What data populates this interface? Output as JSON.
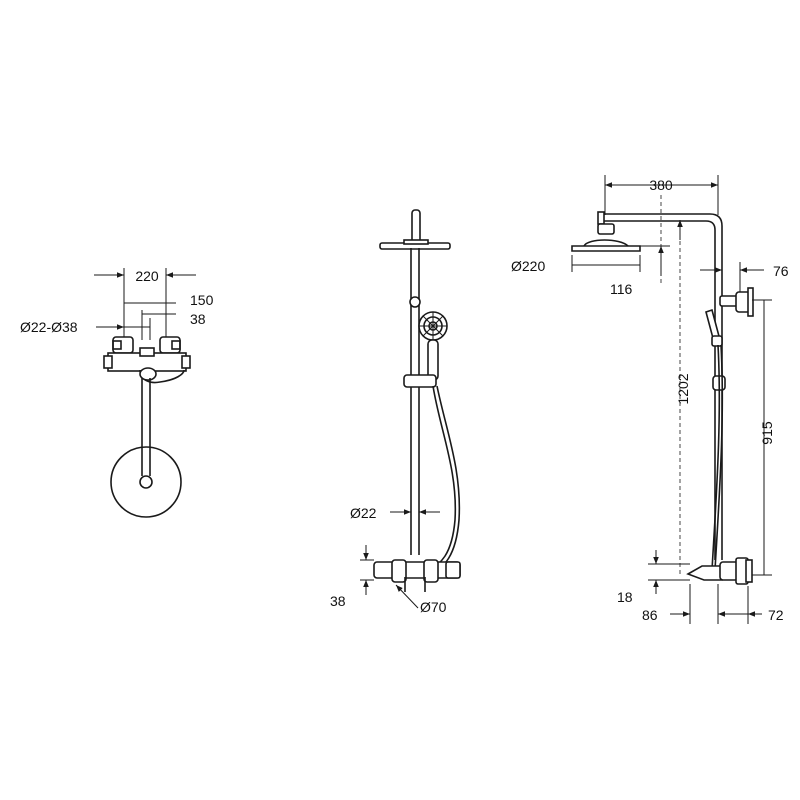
{
  "top_view": {
    "width": "220",
    "centers": "150",
    "depth": "38",
    "pipe_diameter": "Ø22-Ø38"
  },
  "front_view": {
    "riser_diameter": "Ø22",
    "mixer_height": "38",
    "escutcheon_diameter": "Ø70"
  },
  "side_view": {
    "arm_length": "380",
    "head_diameter": "Ø220",
    "head_offset": "116",
    "wall_offset_top": "76",
    "riser_height": "1202",
    "holder_height": "915",
    "mixer_offset": "18",
    "spout_projection": "86",
    "valve_depth": "72"
  }
}
